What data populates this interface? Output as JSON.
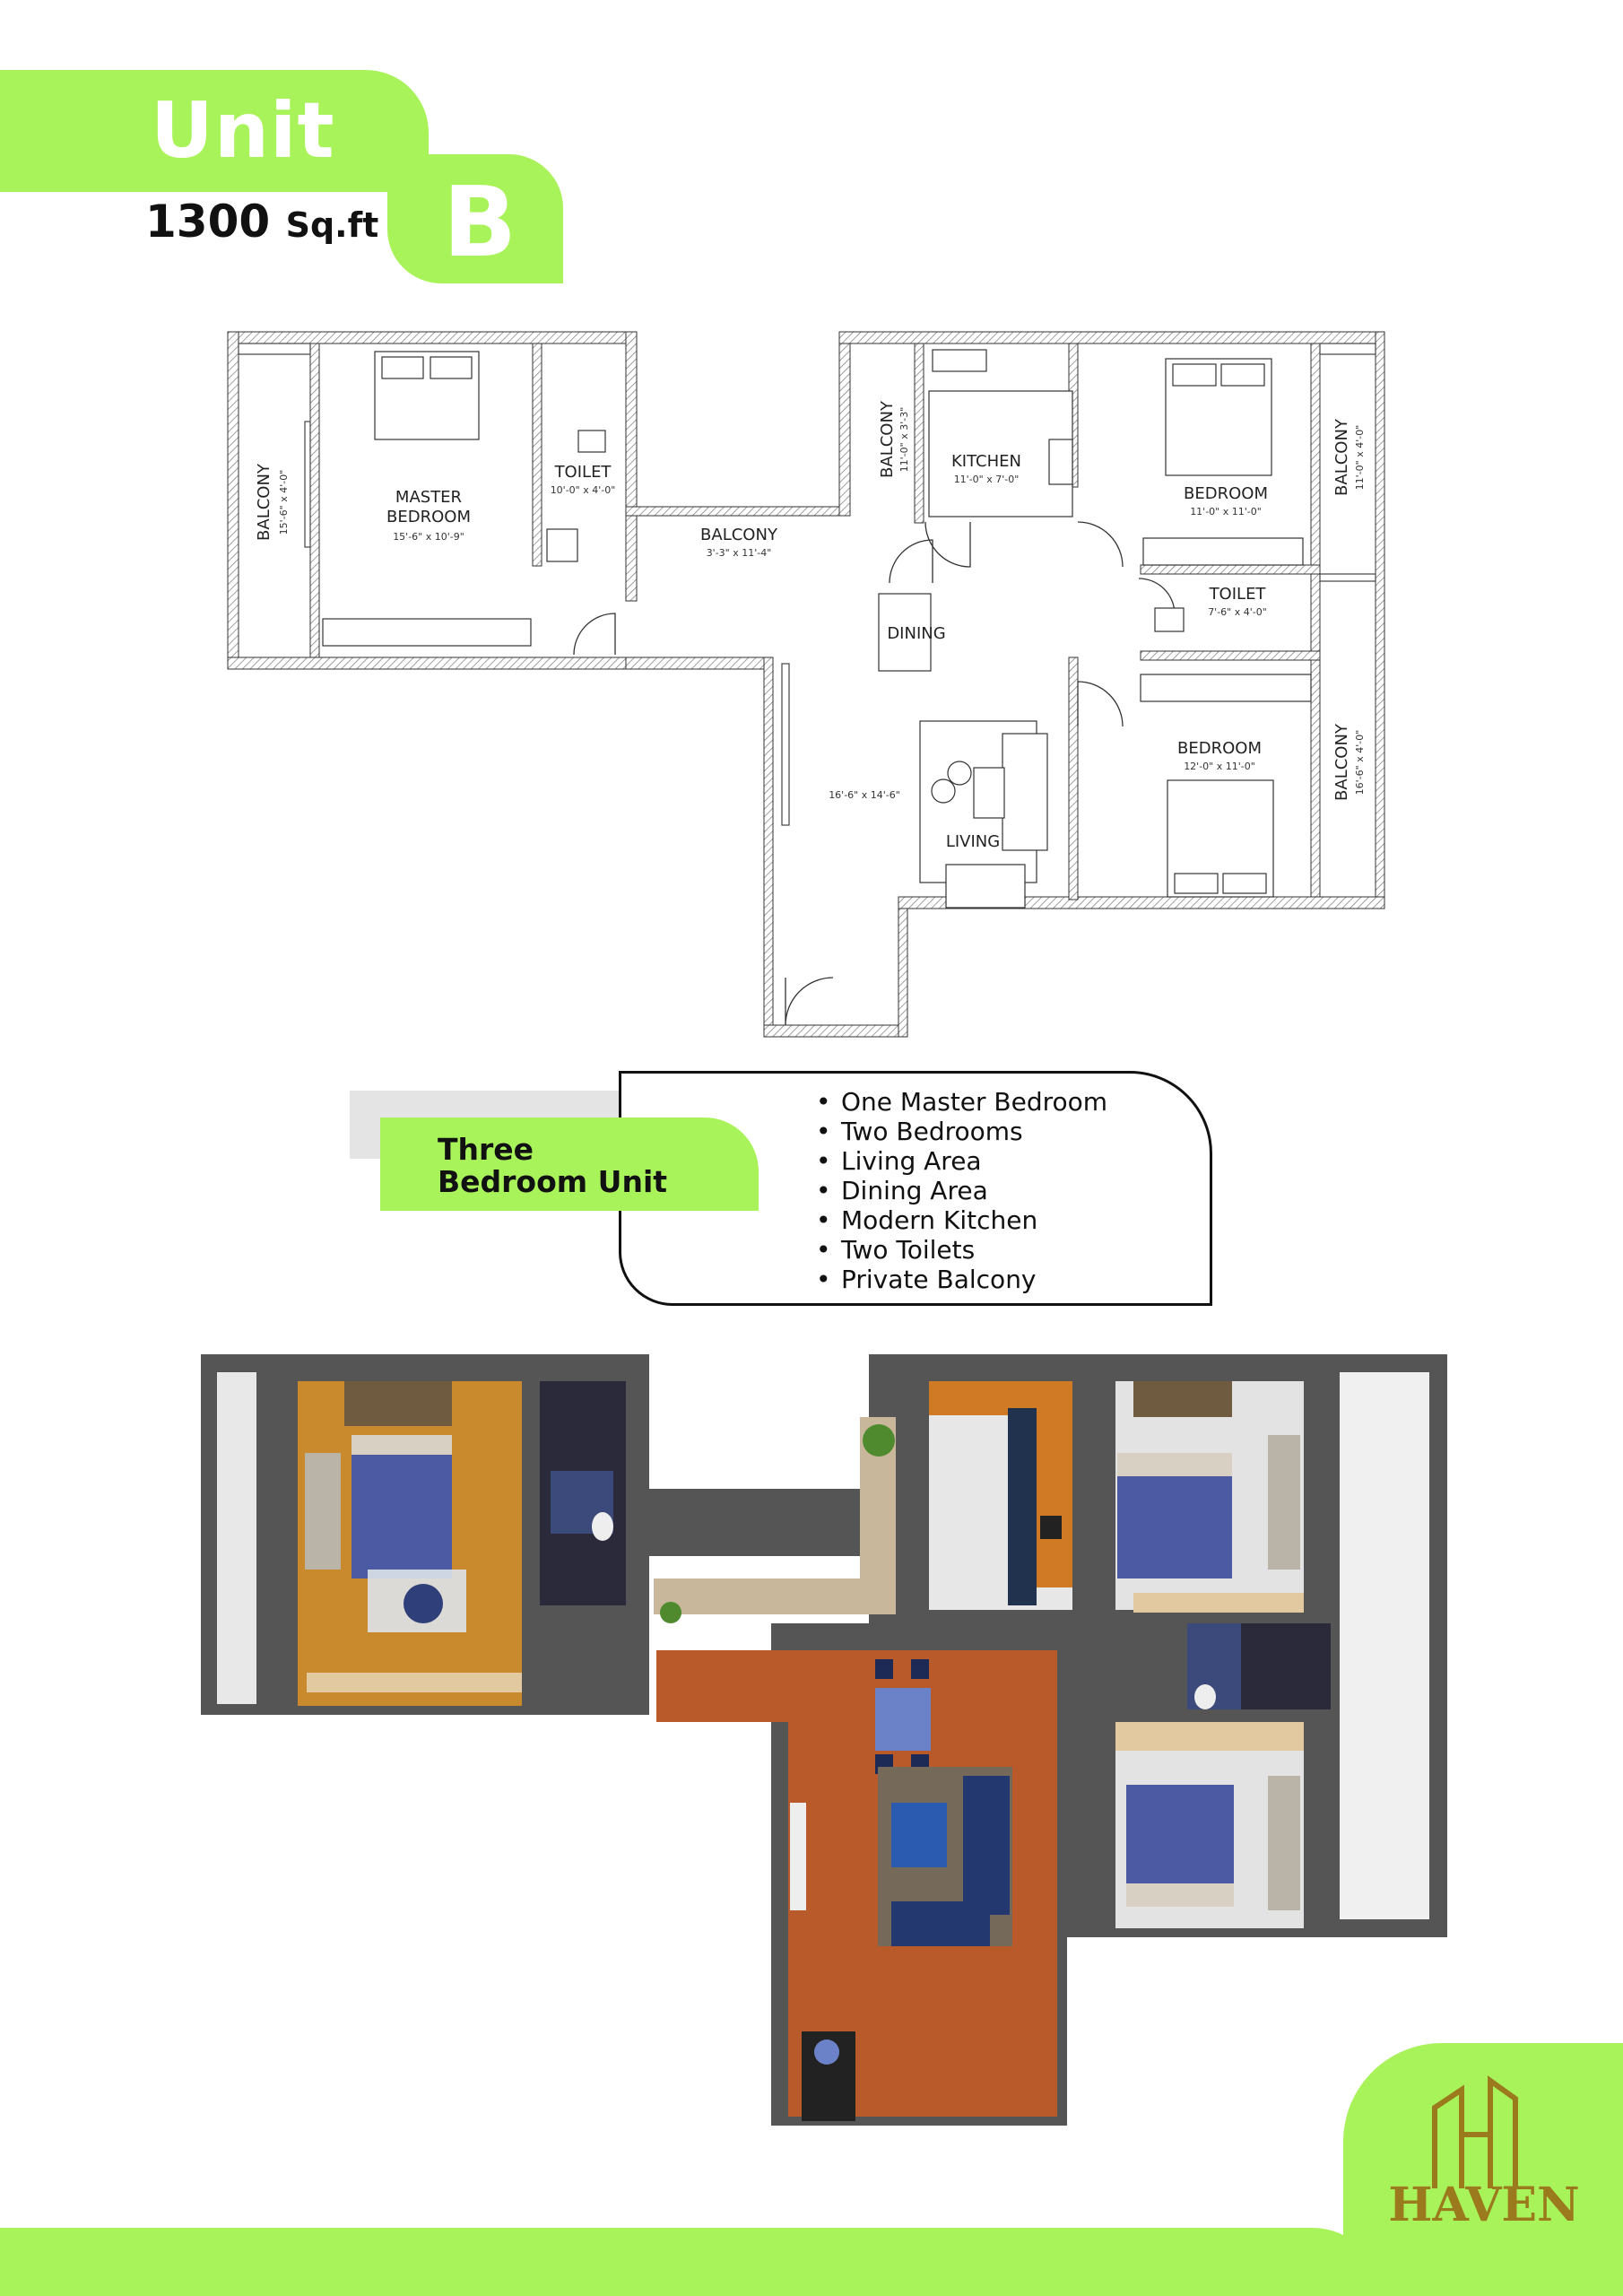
{
  "header": {
    "unit_word": "Unit",
    "unit_letter": "B",
    "area_value": "1300",
    "area_unit": "Sq.ft"
  },
  "plan": {
    "rooms": {
      "balcony_left": {
        "name": "BALCONY",
        "dim": "15'-6\" x 4'-0\""
      },
      "master_bedroom": {
        "name1": "MASTER",
        "name2": "BEDROOM",
        "dim": "15'-6\" x 10'-9\""
      },
      "toilet_master": {
        "name": "TOILET",
        "dim": "10'-0\" x 4'-0\""
      },
      "balcony_mid": {
        "name": "BALCONY",
        "dim": "3'-3\" x 11'-4\""
      },
      "balcony_kitchen": {
        "name": "BALCONY",
        "dim": "11'-0\" x 3'-3\""
      },
      "kitchen": {
        "name": "KITCHEN",
        "dim": "11'-0\" x 7'-0\""
      },
      "bedroom_top": {
        "name": "BEDROOM",
        "dim": "11'-0\" x 11'-0\""
      },
      "balcony_right_top": {
        "name": "BALCONY",
        "dim": "11'-0\" x 4'-0\""
      },
      "toilet_right": {
        "name": "TOILET",
        "dim": "7'-6\" x 4'-0\""
      },
      "dining": {
        "name": "DINING"
      },
      "living": {
        "name": "LIVING",
        "dim": "16'-6\" x 14'-6\""
      },
      "bedroom_bottom": {
        "name": "BEDROOM",
        "dim": "12'-0\" x 11'-0\""
      },
      "balcony_right_bottom": {
        "name": "BALCONY",
        "dim": "16'-6\" x 4'-0\""
      }
    }
  },
  "info": {
    "title_line1": "Three",
    "title_line2": "Bedroom Unit",
    "features": [
      "One Master Bedroom",
      "Two Bedrooms",
      "Living Area",
      "Dining Area",
      "Modern Kitchen",
      "Two Toilets",
      "Private Balcony"
    ]
  },
  "brand": {
    "name": "HAVEN"
  },
  "colors": {
    "accent_green": "#a9f35a",
    "brand_gold": "#9a7a1c"
  }
}
